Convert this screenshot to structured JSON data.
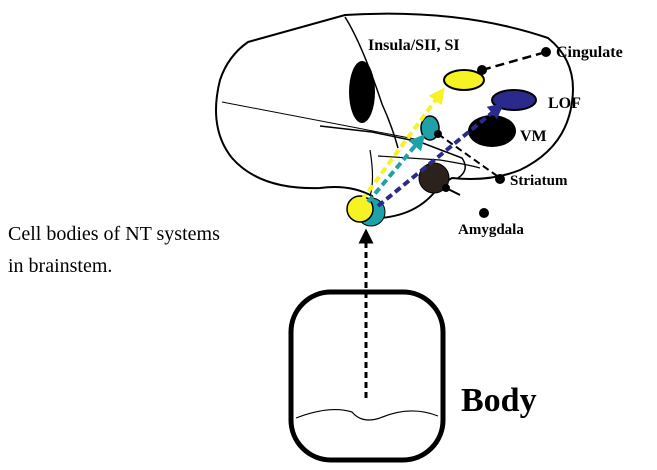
{
  "labels": {
    "insula": "Insula/SII, SI",
    "cingulate": "Cingulate",
    "lof": "LOF",
    "vm": "VM",
    "striatum": "Striatum",
    "amygdala": "Amygdala",
    "cell_bodies_line1": "Cell bodies of NT systems",
    "cell_bodies_line2": "in brainstem.",
    "body": "Body"
  },
  "colors": {
    "yellow": "#f7f224",
    "teal": "#1ea2a8",
    "navy": "#2a2a8c",
    "black": "#000000",
    "dark_brown": "#2b221c"
  }
}
